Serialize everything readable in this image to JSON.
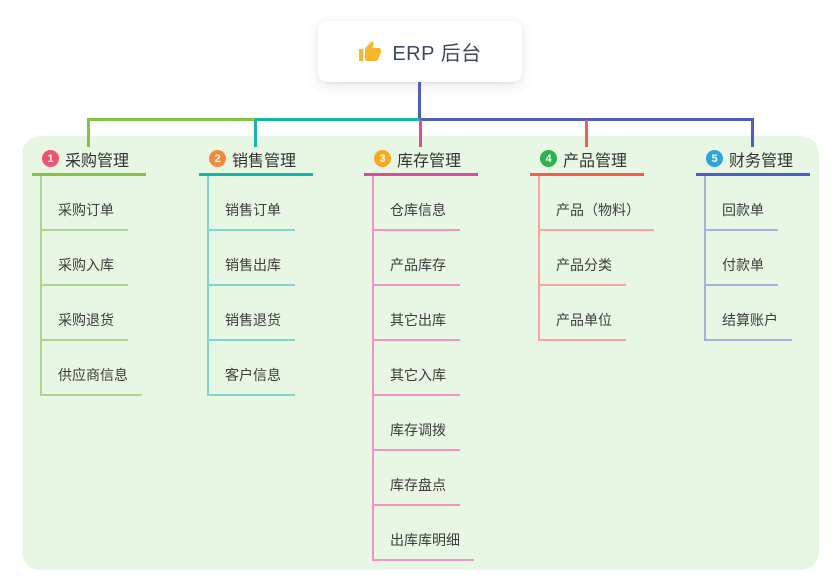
{
  "root": {
    "title": "ERP 后台",
    "icon": "thumbs-up"
  },
  "panel_color": "#e8f6e4",
  "branches": [
    {
      "number": "1",
      "label": "采购管理",
      "name": "purchase-management",
      "badge_color": "#f3516d",
      "line_color": "#82c341",
      "light_color": "#aed68b",
      "children": [
        "采购订单",
        "采购入库",
        "采购退货",
        "供应商信息"
      ]
    },
    {
      "number": "2",
      "label": "销售管理",
      "name": "sales-management",
      "badge_color": "#f8873d",
      "line_color": "#14b8aa",
      "light_color": "#7fd6cf",
      "children": [
        "销售订单",
        "销售出库",
        "销售退货",
        "客户信息"
      ]
    },
    {
      "number": "3",
      "label": "库存管理",
      "name": "inventory-management",
      "badge_color": "#fba919",
      "line_color": "#d94f9d",
      "light_color": "#f193c7",
      "children": [
        "仓库信息",
        "产品库存",
        "其它出库",
        "其它入库",
        "库存调拨",
        "库存盘点",
        "出库库明细"
      ]
    },
    {
      "number": "4",
      "label": "产品管理",
      "name": "product-management",
      "badge_color": "#2cb24c",
      "line_color": "#f75b52",
      "light_color": "#fca49d",
      "children": [
        "产品（物料）",
        "产品分类",
        "产品单位"
      ]
    },
    {
      "number": "5",
      "label": "财务管理",
      "name": "finance-management",
      "badge_color": "#2aa7db",
      "line_color": "#4a5fc4",
      "light_color": "#a3b0e0",
      "children": [
        "回款单",
        "付款单",
        "结算账户"
      ]
    }
  ]
}
